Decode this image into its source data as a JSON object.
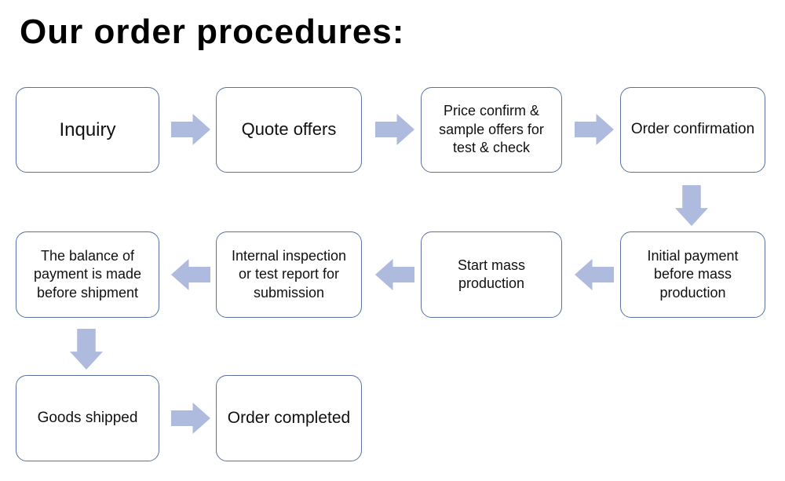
{
  "title": "Our order procedures:",
  "colors": {
    "arrow_fill": "#aebade",
    "box_border": "#5b70a0",
    "box_bg": "#ffffff",
    "text_color": "#111111",
    "page_bg": "#ffffff"
  },
  "steps": [
    {
      "label": "Inquiry"
    },
    {
      "label": "Quote offers"
    },
    {
      "label": "Price confirm & sample offers for test & check"
    },
    {
      "label": "Order confirmation"
    },
    {
      "label": "Initial payment before mass production"
    },
    {
      "label": "Start mass production"
    },
    {
      "label": "Internal inspection or test report for submission"
    },
    {
      "label": "The balance of payment is made before shipment"
    },
    {
      "label": "Goods shipped"
    },
    {
      "label": "Order completed"
    }
  ],
  "flow_rows": [
    {
      "direction": "right",
      "step_numbers": [
        1,
        2,
        3,
        4
      ]
    },
    {
      "direction": "left",
      "step_numbers": [
        5,
        6,
        7,
        8
      ]
    },
    {
      "direction": "right",
      "step_numbers": [
        9,
        10
      ]
    }
  ]
}
